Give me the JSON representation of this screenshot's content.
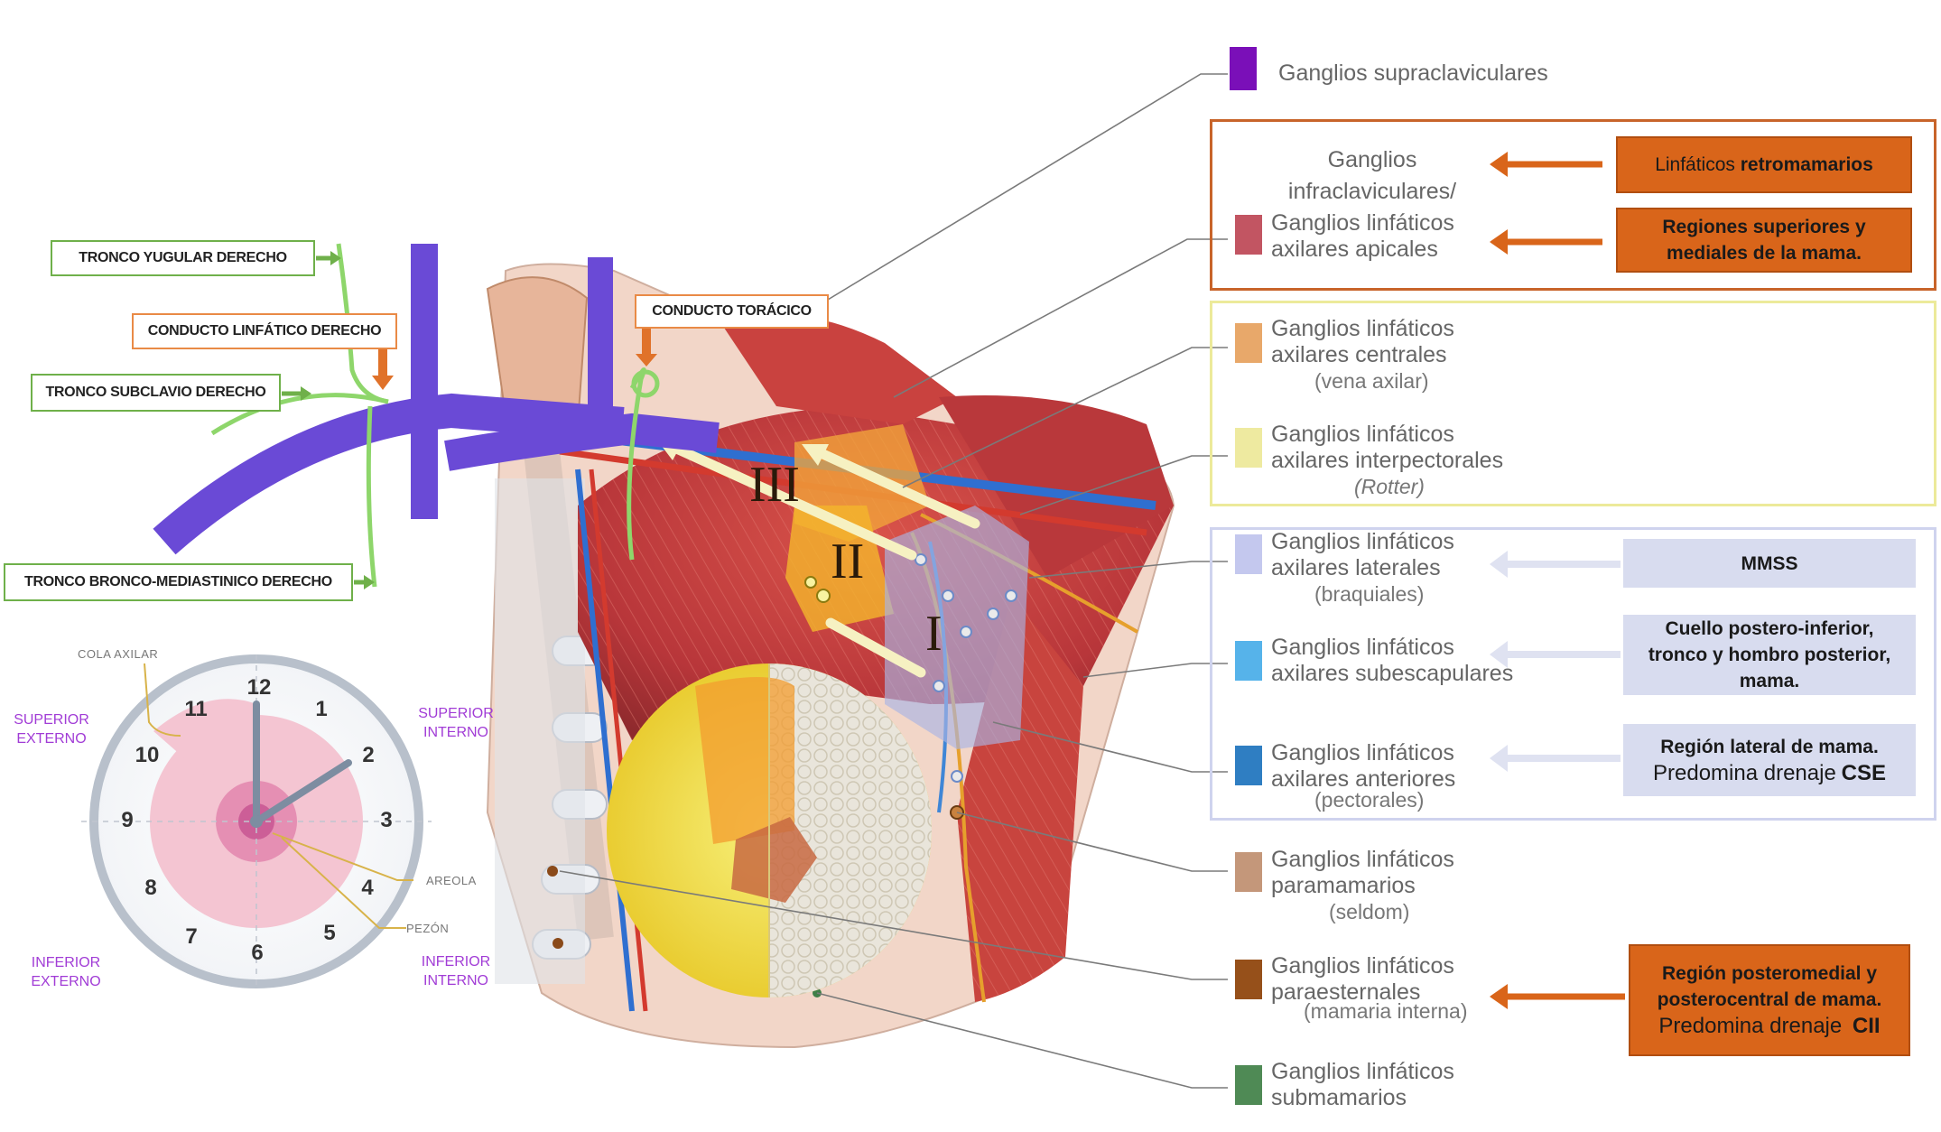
{
  "vessel_labels": {
    "tronco_yugular": "TRONCO YUGULAR DERECHO",
    "conducto_linfatico": "CONDUCTO LINFÁTICO DERECHO",
    "tronco_subclavio": "TRONCO SUBCLAVIO DERECHO",
    "tronco_bronco": "TRONCO BRONCO-MEDIASTINICO DERECHO",
    "conducto_toracico": "CONDUCTO TORÁCICO"
  },
  "levels": [
    "I",
    "II",
    "III"
  ],
  "clock": {
    "numbers": [
      "12",
      "1",
      "2",
      "3",
      "4",
      "5",
      "6",
      "7",
      "8",
      "9",
      "10",
      "11"
    ],
    "annotations": {
      "cola_axilar": "COLA AXILAR",
      "areola": "AREOLA",
      "pezon": "PEZÓN"
    },
    "quadrants": {
      "superior_externo": [
        "SUPERIOR",
        "EXTERNO"
      ],
      "superior_interno": [
        "SUPERIOR",
        "INTERNO"
      ],
      "inferior_externo": [
        "INFERIOR",
        "EXTERNO"
      ],
      "inferior_interno": [
        "INFERIOR",
        "INTERNO"
      ]
    }
  },
  "ganglia": {
    "supraclaviculares": {
      "name": "Ganglios supraclaviculares",
      "color": "#7a0fb8"
    },
    "apicales": {
      "lines": [
        "Ganglios",
        "infraclaviculares/",
        "Ganglios linfáticos",
        "axilares apicales"
      ],
      "color": "#c25562"
    },
    "centrales": {
      "lines": [
        "Ganglios linfáticos",
        "axilares centrales"
      ],
      "note": "(vena axilar)",
      "color": "#e8a86a"
    },
    "interpectorales": {
      "lines": [
        "Ganglios linfáticos",
        "axilares interpectorales"
      ],
      "note": "(Rotter)",
      "color": "#eeeaa0"
    },
    "laterales": {
      "lines": [
        "Ganglios linfáticos",
        "axilares laterales"
      ],
      "note": "(braquiales)",
      "color": "#c4c8ee"
    },
    "subescapulares": {
      "lines": [
        "Ganglios linfáticos",
        "axilares subescapulares"
      ],
      "color": "#56b3ea"
    },
    "anteriores": {
      "lines": [
        "Ganglios linfáticos",
        "axilares anteriores"
      ],
      "note": "(pectorales)",
      "color": "#2f7ec2"
    },
    "paramamarios": {
      "lines": [
        "Ganglios linfáticos",
        "paramamarios"
      ],
      "note": "(seldom)",
      "color": "#c4977a"
    },
    "paraesternales": {
      "lines": [
        "Ganglios linfáticos",
        "paraesternales"
      ],
      "note": "(mamaria interna)",
      "color": "#96501a"
    },
    "submamarios": {
      "lines": [
        "Ganglios linfáticos",
        "submamarios"
      ],
      "color": "#4f8a55"
    }
  },
  "drainage": {
    "retromamarios": {
      "prefix": "Linfáticos",
      "bold": "retromamarios"
    },
    "superiores": [
      "Regiones superiores y",
      "mediales de la mama."
    ],
    "mmss": "MMSS",
    "cuello": [
      "Cuello postero-inferior,",
      "tronco y hombro  posterior,",
      "mama."
    ],
    "lateral": {
      "line1": "Región lateral de mama.",
      "line2_prefix": "Predomina drenaje",
      "line2_bold": "CSE"
    },
    "posteromedial": {
      "line1": "Región posteromedial y",
      "line2": "posterocentral de mama.",
      "line3_prefix": "Predomina drenaje",
      "line3_bold": "CII"
    }
  },
  "colors": {
    "vein": "#6a4ad6",
    "lymph_green": "#8ed66b",
    "orange_accent": "#d9651a",
    "blue_box": "#d8dcef",
    "clock_purple": "#a13cd6"
  }
}
